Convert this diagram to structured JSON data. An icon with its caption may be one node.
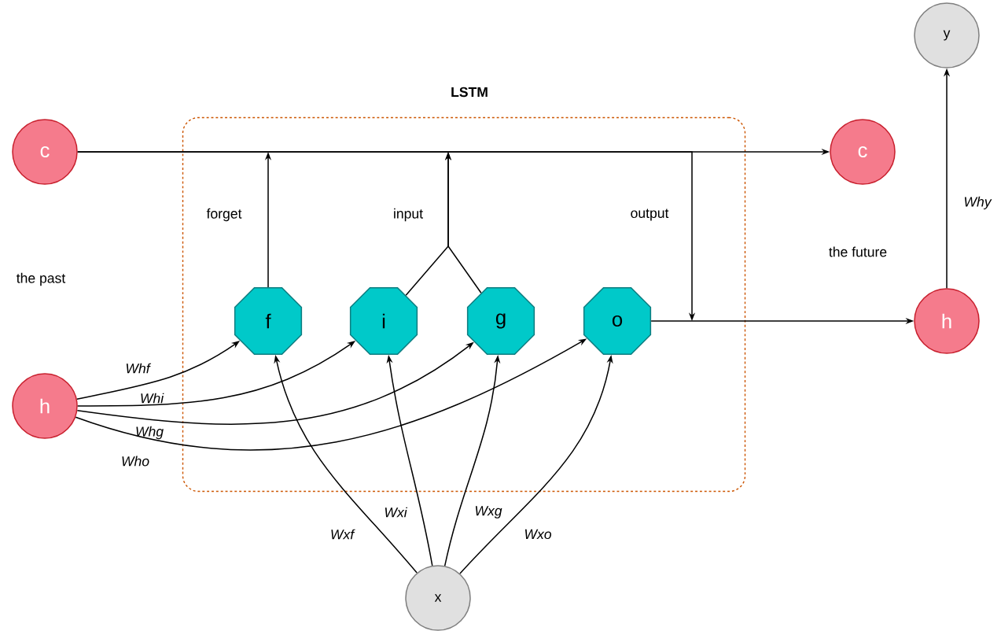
{
  "diagram": {
    "nodes": [
      {
        "text": [
          "LSTM"
        ]
      },
      {
        "text": [
          "c"
        ]
      },
      {
        "text": [
          "c"
        ]
      },
      {
        "text": [
          "h"
        ]
      },
      {
        "text": [
          "h"
        ]
      },
      {
        "text": [
          "y"
        ]
      },
      {
        "text": [
          "x"
        ]
      },
      {
        "text": [
          "f"
        ],
        "in": 0
      },
      {
        "text": [
          "i"
        ],
        "in": 0
      },
      {
        "text": [
          "g"
        ],
        "in": 0
      },
      {
        "text": [
          "o"
        ],
        "in": 0
      }
    ],
    "edges": [
      {
        "from": 1,
        "to": 2,
        "arrow": "to"
      },
      {
        "from": 7,
        "to": null,
        "arrow": "to",
        "label": "forget"
      },
      {
        "from": 8,
        "to": null,
        "arrow": "to",
        "label": "input"
      },
      {
        "from": 9,
        "to": null,
        "arrow": "to"
      },
      {
        "from": 1,
        "to": null,
        "arrow": "to",
        "label": "output"
      },
      {
        "from": 10,
        "to": 4,
        "arrow": "to"
      },
      {
        "from": 4,
        "to": 5,
        "arrow": "to",
        "label": "Why"
      },
      {
        "from": 3,
        "to": 7,
        "arrow": "to",
        "label": "Whf"
      },
      {
        "from": 3,
        "to": 8,
        "arrow": "to",
        "label": "Whi"
      },
      {
        "from": 3,
        "to": 9,
        "arrow": "to",
        "label": "Whg"
      },
      {
        "from": 3,
        "to": 10,
        "arrow": "to",
        "label": "Who"
      },
      {
        "from": 6,
        "to": 7,
        "arrow": "to",
        "label": "Wxf"
      },
      {
        "from": 6,
        "to": 8,
        "arrow": "to",
        "label": "Wxi"
      },
      {
        "from": 6,
        "to": 9,
        "arrow": "to",
        "label": "Wxg"
      },
      {
        "from": 6,
        "to": 10,
        "arrow": "to",
        "label": "Wxo"
      }
    ],
    "labels": [
      "the past",
      "the future"
    ]
  }
}
